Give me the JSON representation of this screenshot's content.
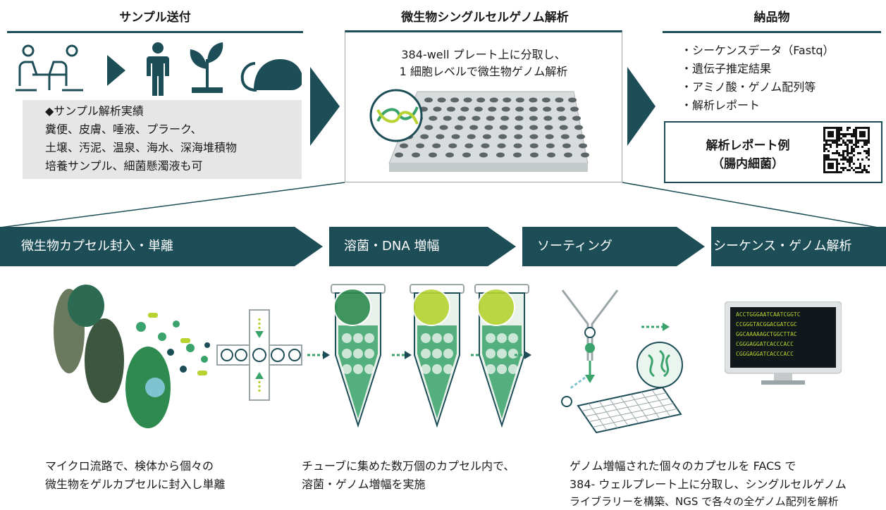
{
  "sections": {
    "sample": {
      "title": "サンプル送付",
      "box_heading": "◆サンプル解析実績",
      "box_lines": [
        "糞便、皮膚、唾液、プラーク、",
        "土壌、汚泥、温泉、海水、深海堆積物",
        "培養サンプル、細菌懸濁液も可"
      ]
    },
    "analysis": {
      "title": "微生物シングルセルゲノム解析",
      "desc_lines": [
        "384-well プレート上に分取し、",
        "1 細胞レベルで微生物ゲノム解析"
      ]
    },
    "deliverables": {
      "title": "納品物",
      "items": [
        "・シーケンスデータ（Fastq）",
        "・遺伝子推定結果",
        "・アミノ酸・ゲノム配列等",
        "・解析レポート"
      ],
      "report_example_lines": [
        "解析レポート例",
        "（腸内細菌）"
      ]
    }
  },
  "steps": [
    {
      "label": "微生物カプセル封入・単離"
    },
    {
      "label": "溶菌・DNA 増幅"
    },
    {
      "label": "ソーティング"
    },
    {
      "label": "シーケンス・ゲノム解析"
    }
  ],
  "captions": {
    "c1": [
      "マイクロ流路で、検体から個々の",
      "微生物をゲルカプセルに封入し単離"
    ],
    "c2": [
      "チューブに集めた数万個のカプセル内で、",
      "溶菌・ゲノム増幅を実施"
    ],
    "c3": [
      "ゲノム増幅された個々のカプセルを FACS で",
      "384- ウェルプレート上に分取し、シングルセルゲノム",
      "ライブラリーを構築、NGS で各々の全ゲノム配列を解析"
    ]
  },
  "monitor_lines": [
    "ACCTGGGAATCAATCGGTC",
    "CCGGGTACGGACGATCGC",
    "GGCAAAAAGCTGGCTTAC",
    "CGGGAGGATCACCCACC",
    "CGGGAGGATCACCCACC"
  ],
  "colors": {
    "teal_dark": "#1d4e57",
    "green": "#3aa36b",
    "lime": "#b6d332",
    "gray_box": "#e6e6e6"
  }
}
